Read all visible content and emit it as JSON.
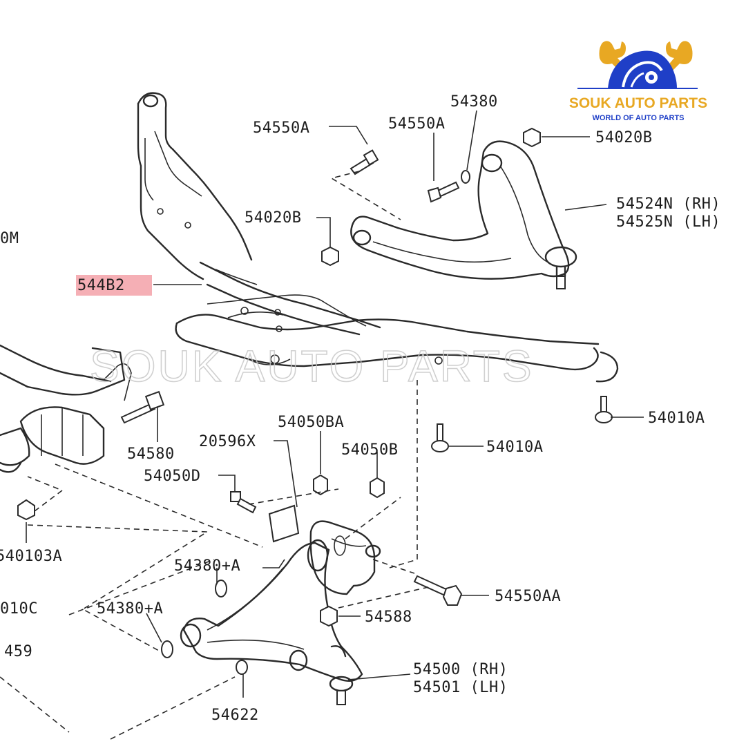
{
  "brand": {
    "name": "SOUK AUTO PARTS",
    "tagline": "WORLD OF AUTO PARTS",
    "colors": {
      "gold": "#e8a823",
      "blue": "#1f3fc7",
      "name_text": "#e8a823",
      "tagline_text": "#1f3fc7"
    }
  },
  "watermark": "SOUK AUTO PARTS",
  "highlight_color": "#f4a6ad",
  "labels": {
    "p54550A_1": "54550A",
    "p54380": "54380",
    "p54550A_2": "54550A",
    "p54020B_r": "54020B",
    "p54020B_l": "54020B",
    "p54524N": "54524N (RH)",
    "p54525N": "54525N (LH)",
    "p544B2": "544B2",
    "p_cut_0M": "0M",
    "p54010A_r": "54010A",
    "p54010A_c": "54010A",
    "p54580": "54580",
    "p20596X": "20596X",
    "p54050BA": "54050BA",
    "p54050B": "54050B",
    "p54050D": "54050D",
    "p540103A": "540103A",
    "p54380A_1": "54380+A",
    "p54380A_2": "54380+A",
    "p_cut_010C": "010C",
    "p_cut_459": "459",
    "p54550AA": "54550AA",
    "p54588": "54588",
    "p54500": "54500 (RH)",
    "p54501": "54501 (LH)",
    "p54622": "54622"
  }
}
